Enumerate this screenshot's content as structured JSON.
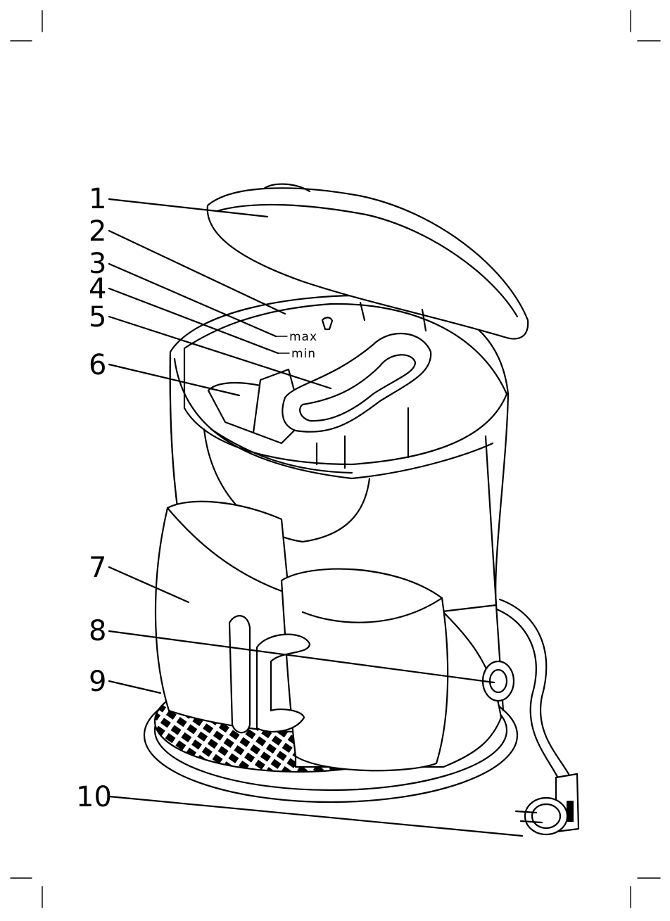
{
  "diagram": {
    "callouts": [
      {
        "id": "1",
        "label": "1"
      },
      {
        "id": "2",
        "label": "2"
      },
      {
        "id": "3",
        "label": "3"
      },
      {
        "id": "4",
        "label": "4"
      },
      {
        "id": "5",
        "label": "5"
      },
      {
        "id": "6",
        "label": "6"
      },
      {
        "id": "7",
        "label": "7"
      },
      {
        "id": "8",
        "label": "8"
      },
      {
        "id": "9",
        "label": "9"
      },
      {
        "id": "10",
        "label": "10"
      }
    ],
    "tank_markings": {
      "max": "max",
      "min": "min"
    }
  }
}
